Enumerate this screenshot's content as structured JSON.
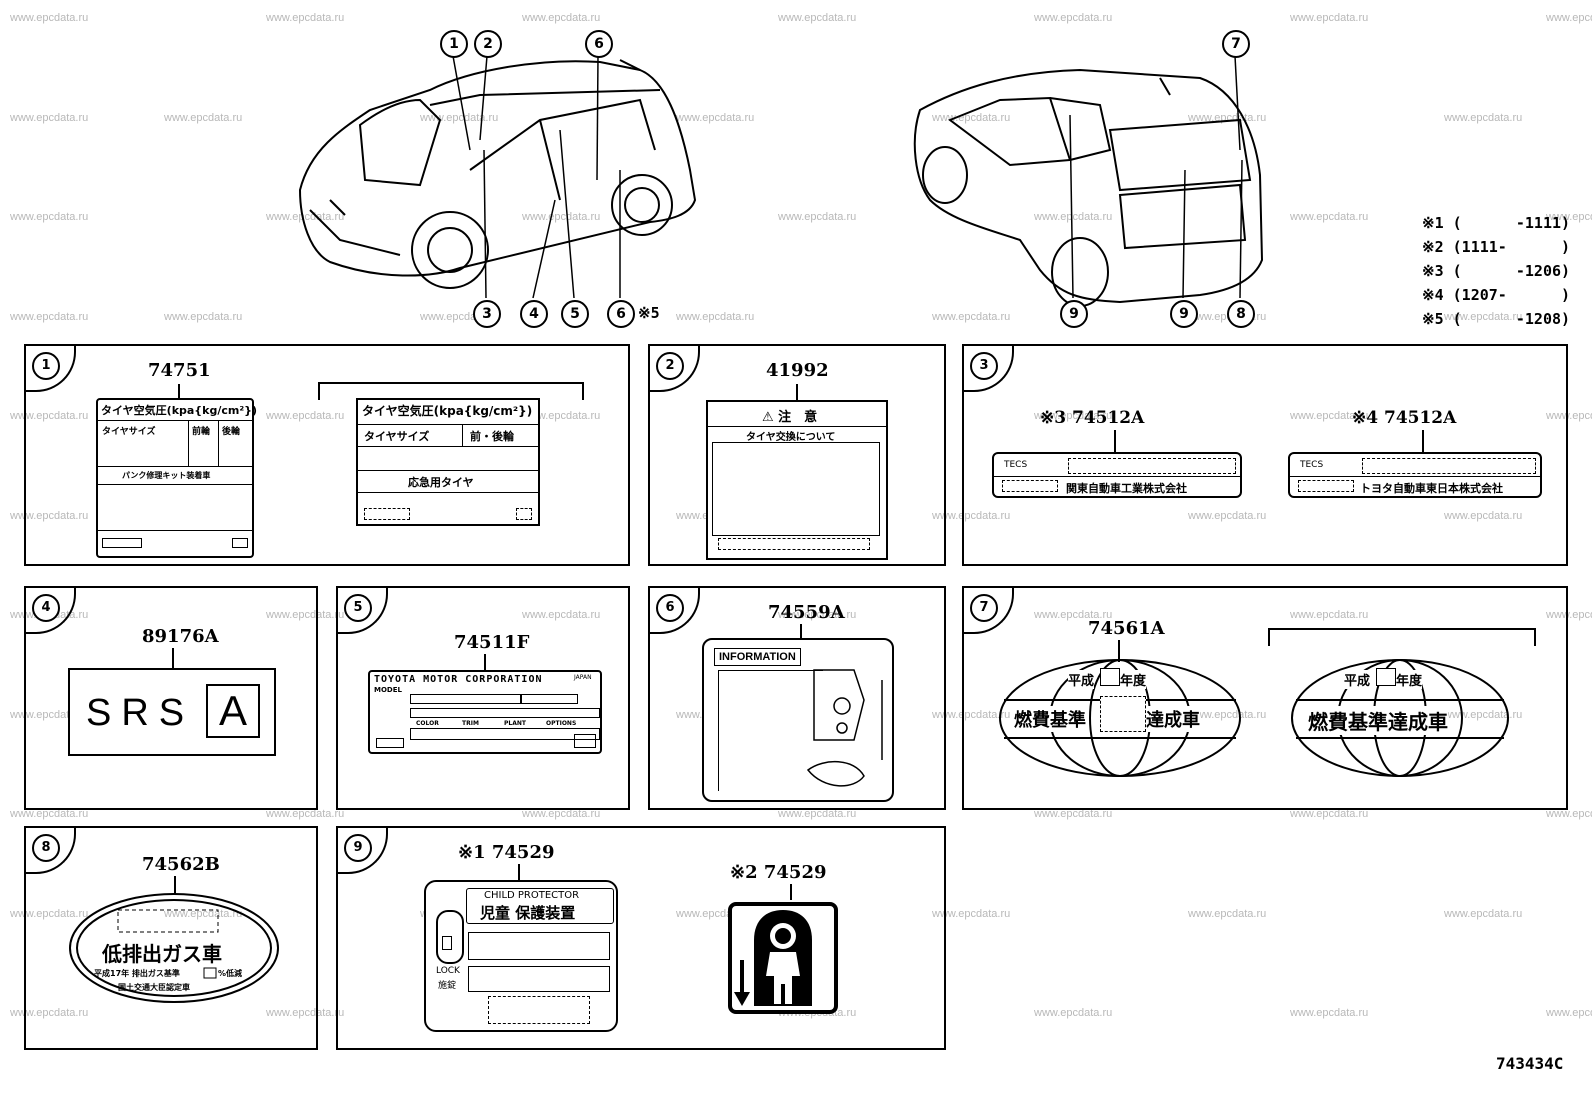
{
  "watermark": "www.epcdata.ru",
  "diagram_code": "743434C",
  "car_callouts": [
    "1",
    "2",
    "3",
    "4",
    "5",
    "6",
    "6",
    "7",
    "8",
    "9",
    "9"
  ],
  "callout_note": "※5",
  "notes": [
    "※1 (      -1111)",
    "※2 (1111-      )",
    "※3 (      -1206)",
    "※4 (1207-      )",
    "※5 (      -1208)"
  ],
  "panels": {
    "p1": {
      "num": "1",
      "part": "74751",
      "label_a": {
        "title": "タイヤ空気圧(kpa{kg/cm²})",
        "col1": "タイヤサイズ",
        "col2": "前輪",
        "col3": "後輪",
        "row": "パンク修理キット装着車"
      },
      "label_b": {
        "title": "タイヤ空気圧(kpa{kg/cm²})",
        "col1": "タイヤサイズ",
        "col2": "前・後輪",
        "row": "応急用タイヤ"
      }
    },
    "p2": {
      "num": "2",
      "part": "41992",
      "warn": "⚠ 注　意",
      "sub": "タイヤ交換について"
    },
    "p3": {
      "num": "3",
      "part_a": "※3 74512A",
      "part_b": "※4 74512A",
      "tag": "TECS",
      "maker_a": "関東自動車工業株式会社",
      "maker_b": "トヨタ自動車東日本株式会社"
    },
    "p4": {
      "num": "4",
      "part": "89176A",
      "text": "SRS",
      "box": "A"
    },
    "p5": {
      "num": "5",
      "part": "74511F",
      "header": "TOYOTA MOTOR CORPORATION",
      "japan": "JAPAN",
      "row1": "MODEL",
      "cols": [
        "COLOR",
        "TRIM",
        "PLANT",
        "OPTIONS"
      ]
    },
    "p6": {
      "num": "6",
      "part": "74559A",
      "header": "INFORMATION"
    },
    "p7": {
      "num": "7",
      "part": "74561A",
      "heisei": "平成",
      "nendo": "年度",
      "line_a": "燃費基準",
      "line_a2": "達成車",
      "line_b": "燃費基準達成車"
    },
    "p8": {
      "num": "8",
      "part": "74562B",
      "main": "低排出ガス車",
      "small1": "平成17年 排出ガス基準",
      "small2": "%低減",
      "small3": "国土交通大臣認定車"
    },
    "p9": {
      "num": "9",
      "part_a": "※1 74529",
      "part_b": "※2 74529",
      "child_en": "CHILD PROTECTOR",
      "child_jp": "児童 保護装置",
      "lock": "LOCK",
      "lock_jp": "施錠"
    }
  }
}
